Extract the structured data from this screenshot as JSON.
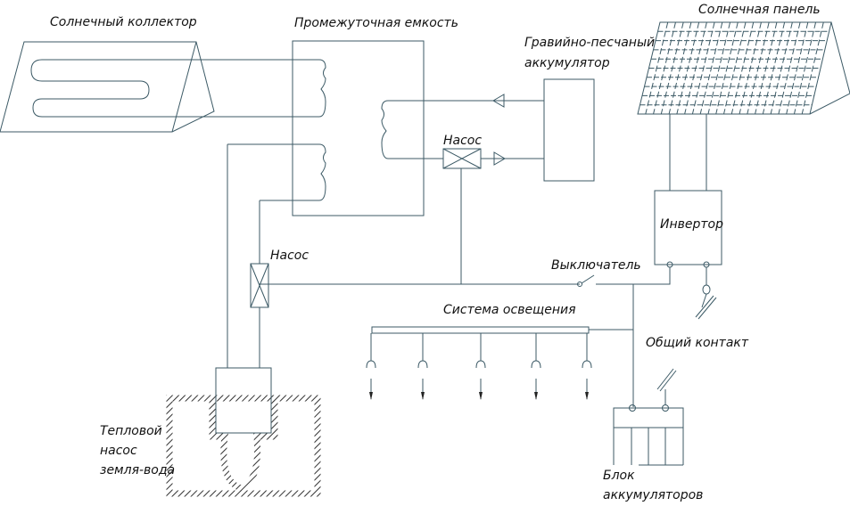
{
  "diagram": {
    "labels": {
      "solar_collector": "Солнечный коллектор",
      "buffer_tank": "Промежуточная емкость",
      "gravel_sand_accumulator_1": "Гравийно-песчаный",
      "gravel_sand_accumulator_2": "аккумулятор",
      "solar_panel": "Солнечная панель",
      "pump_top": "Насос",
      "pump_left": "Насос",
      "inverter": "Инвертор",
      "switch": "Выключатель",
      "lighting_system": "Система освещения",
      "common_contact": "Общий контакт",
      "heat_pump_1": "Тепловой",
      "heat_pump_2": "насос",
      "heat_pump_3": "земля-вода",
      "battery_block_1": "Блок",
      "battery_block_2": "аккумуляторов"
    },
    "lamp_count": 5
  }
}
